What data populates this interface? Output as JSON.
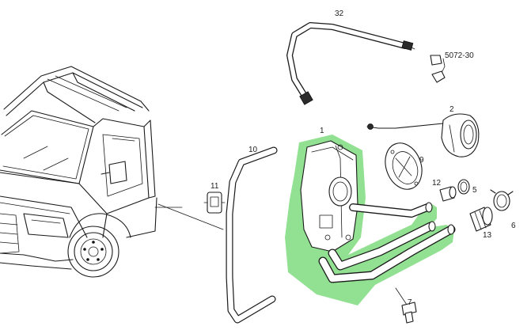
{
  "diagram": {
    "parts": [
      {
        "id": "part-1",
        "label": "1"
      },
      {
        "id": "part-2",
        "label": "2"
      },
      {
        "id": "part-5",
        "label": "5"
      },
      {
        "id": "part-6",
        "label": "6"
      },
      {
        "id": "part-7",
        "label": "7"
      },
      {
        "id": "part-9",
        "label": "9"
      },
      {
        "id": "part-10",
        "label": "10"
      },
      {
        "id": "part-11",
        "label": "11"
      },
      {
        "id": "part-12",
        "label": "12"
      },
      {
        "id": "part-13",
        "label": "13"
      },
      {
        "id": "part-32",
        "label": "32"
      },
      {
        "id": "part-5072-30",
        "label": "5072-30"
      }
    ],
    "highlight_color": "#7fdc7f",
    "line_color": "#1a1a1a"
  }
}
